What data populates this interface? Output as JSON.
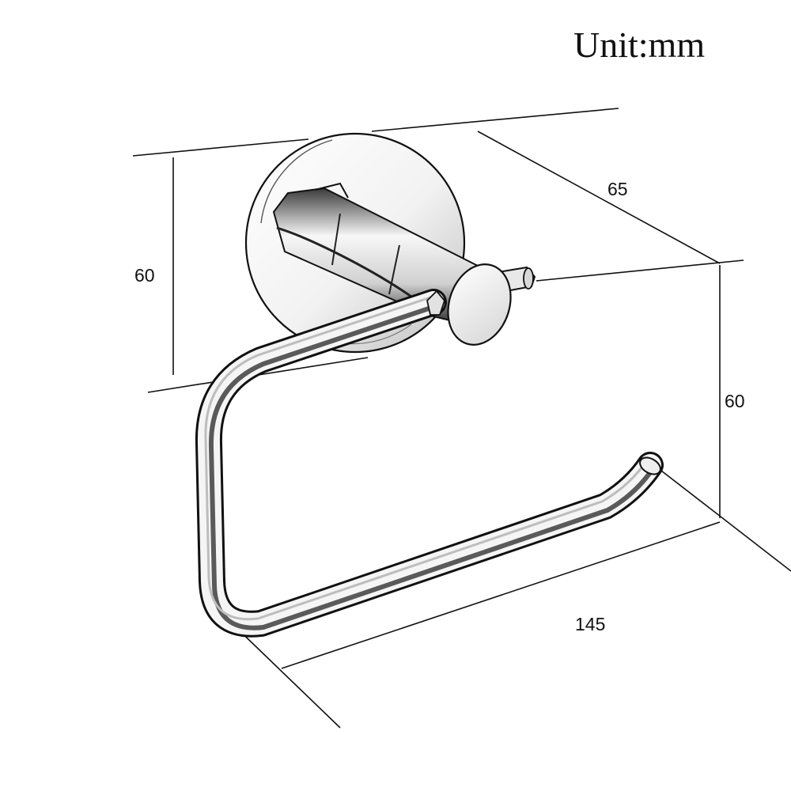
{
  "header": {
    "unit_label": "Unit:mm"
  },
  "dimensions": {
    "left_height": "60",
    "depth": "65",
    "right_height": "60",
    "width": "145"
  },
  "colors": {
    "line": "#111111",
    "metal_light": "#f4f4f4",
    "metal_mid": "#c9c9c9",
    "metal_dark": "#2a2a2a",
    "background": "#ffffff"
  },
  "icons": {
    "product": "toilet-paper-holder-drawing"
  }
}
